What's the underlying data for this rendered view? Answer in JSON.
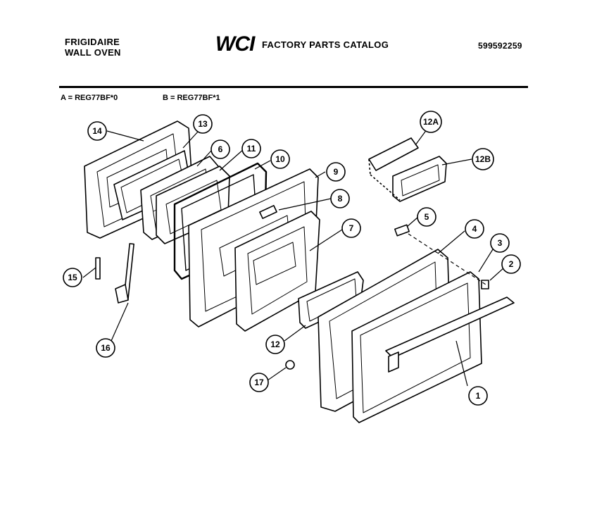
{
  "header": {
    "brand_line1": "FRIGIDAIRE",
    "brand_line2": "WALL OVEN",
    "logo": "WCI",
    "catalog_title": "FACTORY PARTS CATALOG",
    "part_number": "599592259"
  },
  "models": {
    "a": "A = REG77BF*0",
    "b": "B = REG77BF*1"
  },
  "callouts": {
    "c14": "14",
    "c13": "13",
    "c6": "6",
    "c11": "11",
    "c10": "10",
    "c9": "9",
    "c8": "8",
    "c7": "7",
    "c12A": "12A",
    "c12B": "12B",
    "c5": "5",
    "c4": "4",
    "c3": "3",
    "c2": "2",
    "c1": "1",
    "c15": "15",
    "c16": "16",
    "c12": "12",
    "c17": "17"
  }
}
